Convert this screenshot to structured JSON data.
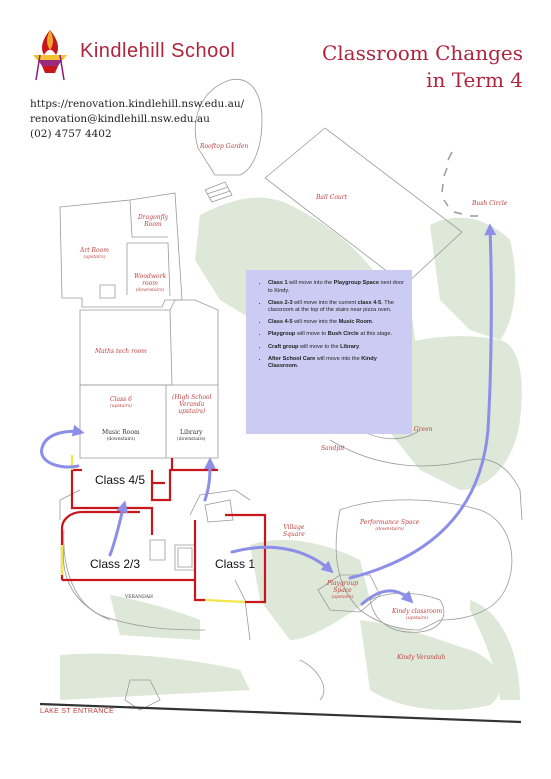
{
  "school": {
    "name": "Kindlehill School"
  },
  "title": {
    "line1": "Classroom Changes",
    "line2": "in Term 4"
  },
  "contact": {
    "website": "https://renovation.kindlehill.nsw.edu.au/",
    "email": "renovation@kindlehill.nsw.edu.au",
    "phone": "(02) 4757 4402"
  },
  "labels": {
    "rooftop_garden": "Rooftop Garden",
    "ball_court": "Ball Court",
    "bush_circle": "Bush Circle",
    "dragonfly_room": "Dragonfly\nRoom",
    "art_room": "Art Room",
    "art_room_sub": "(upstairs)",
    "woodwork_room": "Woodwork\nroom",
    "woodwork_sub": "(downstairs)",
    "maths_tech_room": "Maths tech room",
    "class6": "Class 6",
    "class6_sub": "(upstairs)",
    "hs_veranda": "(High School\nVeranda\nupstairs)",
    "music_room": "Music Room",
    "music_sub": "(downstairs)",
    "library": "Library",
    "library_sub": "(downstairs)",
    "village_green": "Village Green",
    "sandpit": "Sandpit",
    "village_square": "Village\nSquare",
    "performance_space": "Performance Space",
    "performance_sub": "(downstairs)",
    "playgroup_space": "Playgroup\nSpace",
    "playgroup_sub": "(upstairs)",
    "kindy_classroom": "Kindy classroom",
    "kindy_sub": "(upstairs)",
    "kindy_verandah": "Kindy Verandah",
    "verandah": "VERANDAH",
    "class45": "Class 4/5",
    "class23": "Class 2/3",
    "class1": "Class 1",
    "entrance": "LAKE ST ENTRANCE"
  },
  "notes": [
    {
      "bold": "Class 1",
      "text": " will move into the ",
      "bold2": "Playgroup Space",
      "text2": " next door to Kindy."
    },
    {
      "bold": "Class 2-3",
      "text": " will move into the current ",
      "bold2": "class 4-5",
      "text2": ". The classroom at the top of the stairs near pizza oven."
    },
    {
      "bold": "Class 4-5",
      "text": " will move into the ",
      "bold2": "Music Room",
      "text2": "."
    },
    {
      "bold": "Playgroup",
      "text": " will move to ",
      "bold2": "Bush Circle",
      "text2": " at this stage."
    },
    {
      "bold": "Craft group",
      "text": " will move to the ",
      "bold2": "Library",
      "text2": "."
    },
    {
      "bold": "After School Care",
      "text": " will move into the ",
      "bold2": "Kindy Classroom",
      "text2": "."
    }
  ],
  "colors": {
    "brand": "#b0243e",
    "green_area": "#d9e6d4",
    "arrow": "#8d8ee8",
    "notes_bg": "#cbcbf3",
    "red_wall": "#c8161d",
    "yellow_wall": "#f2e64a"
  }
}
